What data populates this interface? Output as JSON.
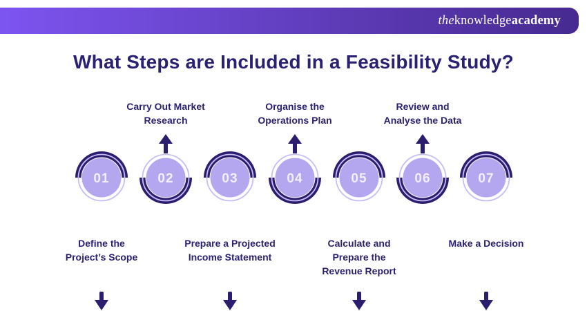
{
  "brand": {
    "the": "the",
    "knowledge": "knowledge",
    "academy": "academy"
  },
  "title": "What Steps are Included in a Feasibility Study?",
  "colors": {
    "header_gradient_left": "#7d54f0",
    "header_gradient_right": "#472a90",
    "title_text": "#2b2173",
    "dark_indigo": "#2c1d6e",
    "circle_fill": "#b5a6f0",
    "ring_light": "#c9bdf8",
    "number_text": "#f3f0fe",
    "background": "#ffffff"
  },
  "steps": [
    {
      "number": "01",
      "label": "Define the Project’s Scope",
      "label_lines": [
        "Define the",
        "Project’s Scope"
      ],
      "label_position": "below"
    },
    {
      "number": "02",
      "label": "Carry Out Market Research",
      "label_lines": [
        "Carry Out Market",
        "Research"
      ],
      "label_position": "above"
    },
    {
      "number": "03",
      "label": "Prepare a Projected Income Statement",
      "label_lines": [
        "Prepare a Projected",
        "Income Statement"
      ],
      "label_position": "below"
    },
    {
      "number": "04",
      "label": "Organise the Operations Plan",
      "label_lines": [
        "Organise the",
        "Operations Plan"
      ],
      "label_position": "above"
    },
    {
      "number": "05",
      "label": "Calculate and Prepare the Revenue Report",
      "label_lines": [
        "Calculate and",
        "Prepare the",
        "Revenue Report"
      ],
      "label_position": "below"
    },
    {
      "number": "06",
      "label": "Review and Analyse the Data",
      "label_lines": [
        "Review and",
        "Analyse the Data"
      ],
      "label_position": "above"
    },
    {
      "number": "07",
      "label": "Make a Decision",
      "label_lines": [
        "Make a Decision"
      ],
      "label_position": "below"
    }
  ]
}
